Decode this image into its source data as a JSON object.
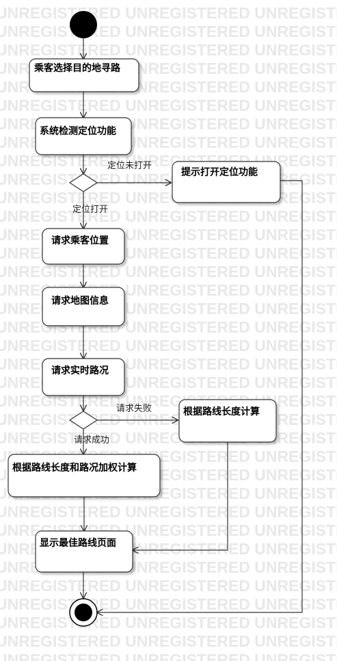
{
  "watermark": {
    "text": "UNREGISTERED UNREGISTERED UNREGISTERED UNREGI"
  },
  "nodes": {
    "select_destination": "乘客选择目的地寻路",
    "check_location": "系统检测定位功能",
    "prompt_location": "提示打开定位功能",
    "request_position": "请求乘客位置",
    "request_map": "请求地图信息",
    "request_traffic": "请求实时路况",
    "calc_length": "根据路线长度计算",
    "calc_weighted": "根据路线长度和路况加权计算",
    "show_best": "显示最佳路线页面"
  },
  "guards": {
    "location_off": "定位未打开",
    "location_on": "定位打开",
    "request_failed": "请求失败",
    "request_success": "请求成功"
  }
}
